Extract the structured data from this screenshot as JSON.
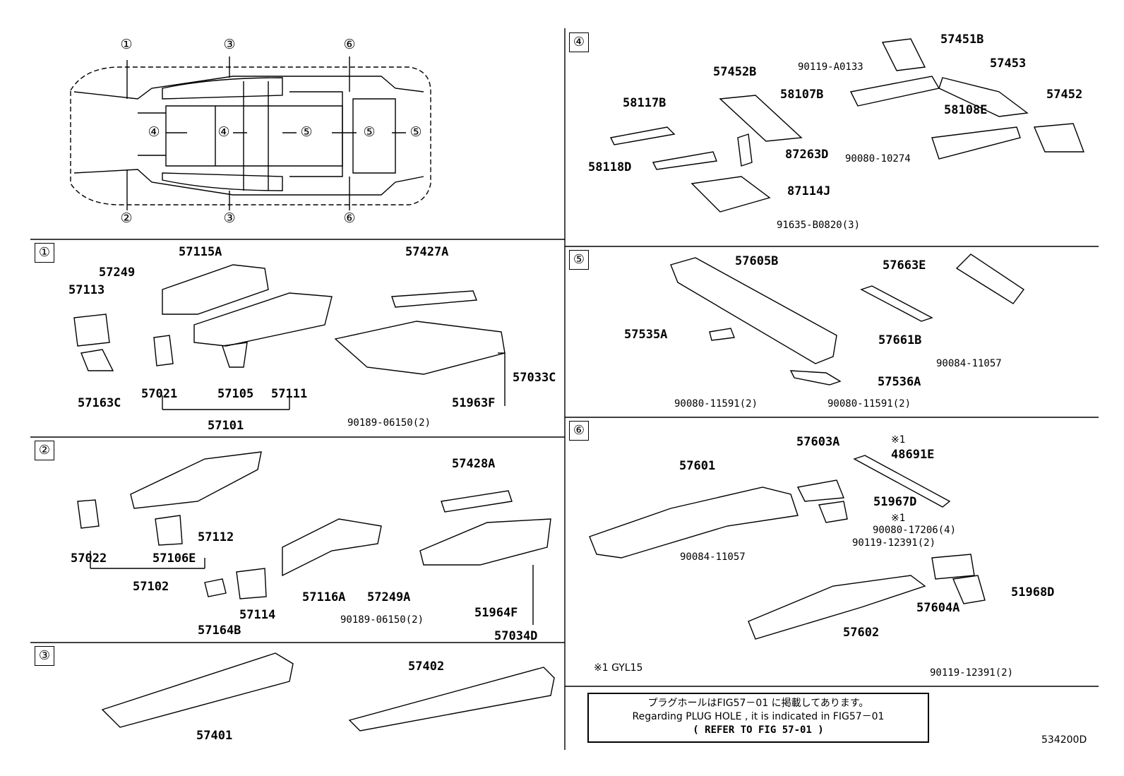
{
  "sections": [
    {
      "id": "sec1",
      "marker": "①",
      "labels": [
        "57115A",
        "57249",
        "57113",
        "57163C",
        "57021",
        "57105",
        "57111",
        "57101",
        "57427A",
        "57033C",
        "51963F",
        "90189-06150(2)"
      ]
    },
    {
      "id": "sec2",
      "marker": "②",
      "labels": [
        "57022",
        "57106E",
        "57112",
        "57102",
        "57164B",
        "57114",
        "57116A",
        "57249A",
        "57428A",
        "51964F",
        "57034D",
        "90189-06150(2)"
      ]
    },
    {
      "id": "sec3",
      "marker": "③",
      "labels": [
        "57401",
        "57402"
      ]
    },
    {
      "id": "sec4",
      "marker": "④",
      "labels": [
        "57451B",
        "90119-A0133",
        "57453",
        "57452B",
        "58107B",
        "57452",
        "58117B",
        "58108E",
        "87263D",
        "58118D",
        "90080-10274",
        "87114J",
        "91635-B0820(3)"
      ]
    },
    {
      "id": "sec5",
      "marker": "⑤",
      "labels": [
        "57605B",
        "57663E",
        "57535A",
        "57661B",
        "90084-11057",
        "57536A",
        "90080-11591(2)",
        "90080-11591(2)"
      ]
    },
    {
      "id": "sec6",
      "marker": "⑥",
      "labels": [
        "57603A",
        "※1",
        "48691E",
        "57601",
        "51967D",
        "※1",
        "90080-17206(4)",
        "90119-12391(2)",
        "90084-11057",
        "51968D",
        "57604A",
        "57602",
        "90119-12391(2)"
      ]
    }
  ],
  "overview_markers": [
    "①",
    "②",
    "③",
    "③",
    "④",
    "④",
    "⑤",
    "⑤",
    "⑤",
    "⑥",
    "⑥"
  ],
  "footnote": "※1 GYL15",
  "note": {
    "line1": "プラグホールはFIG57－01 に掲載してあります。",
    "line2": "Regarding PLUG HOLE , it is indicated in FIG57－01",
    "line3": "( REFER TO FIG 57-01 )"
  },
  "figure_code": "534200D"
}
